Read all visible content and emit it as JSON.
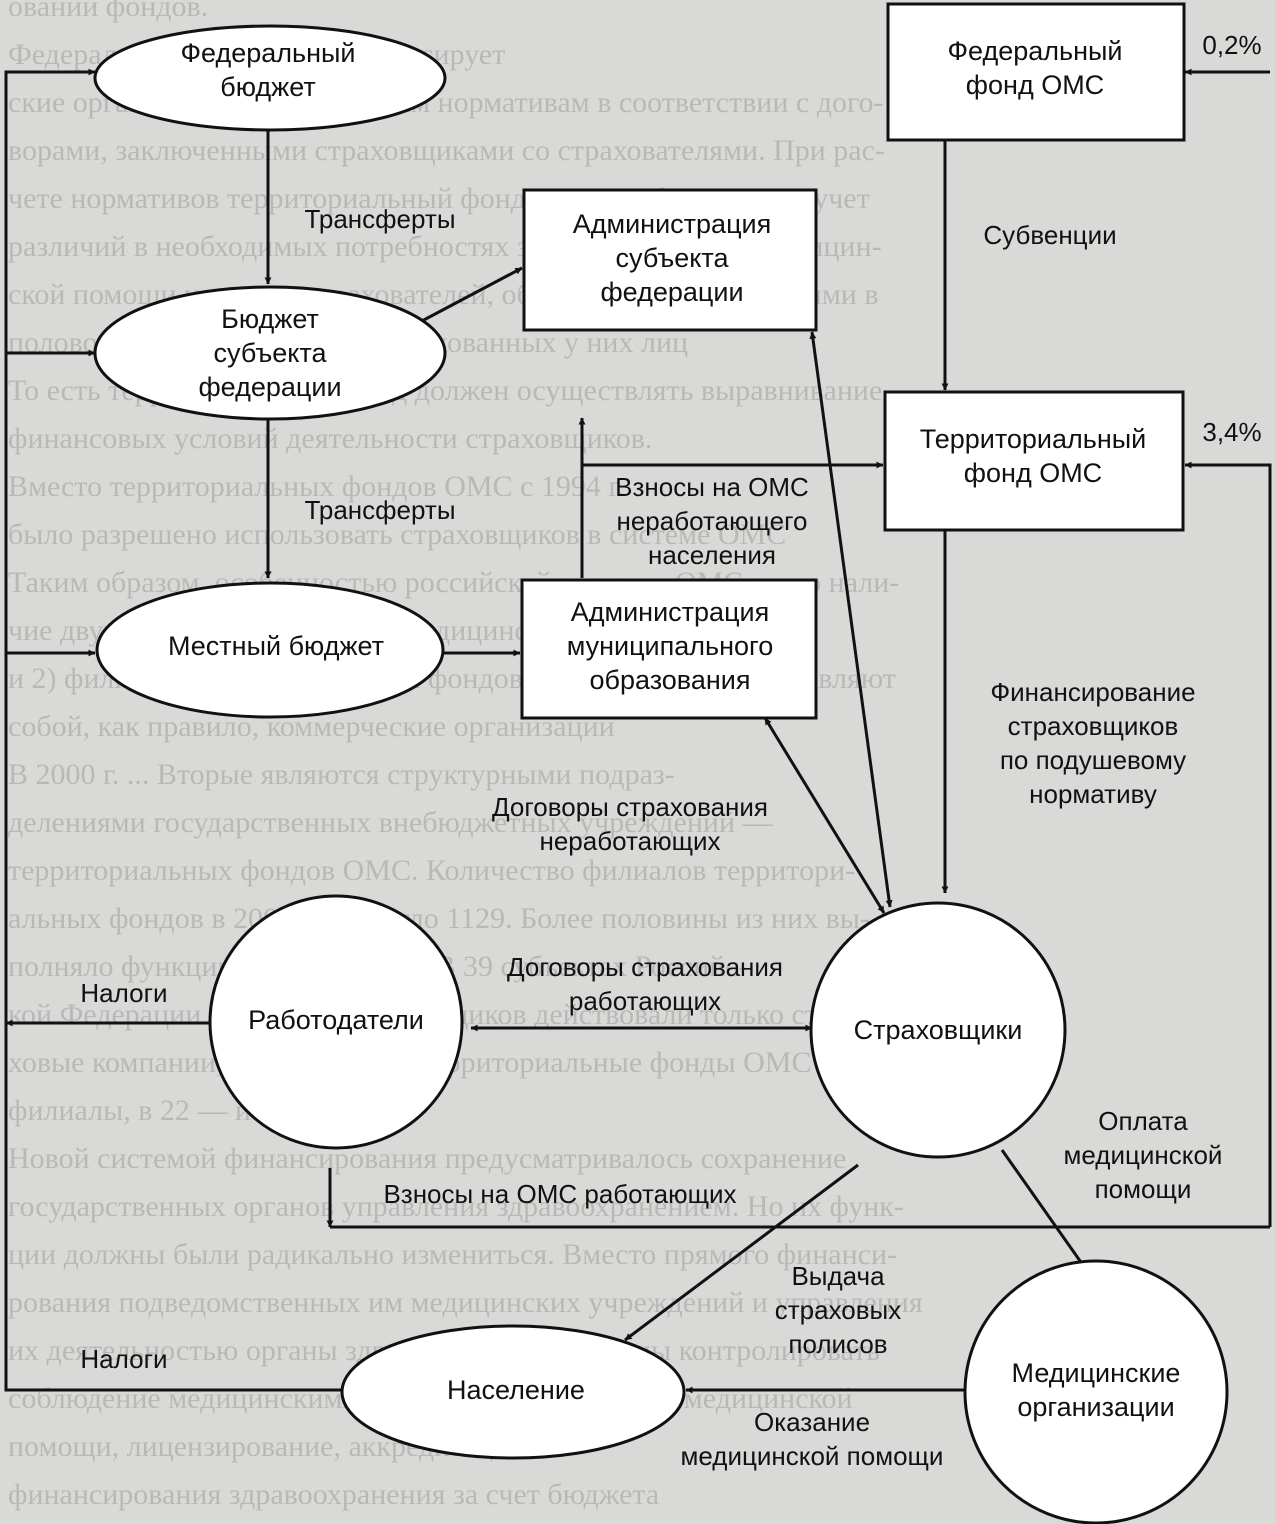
{
  "nodes": {
    "federal_budget": "Федеральный\nбюджет",
    "federal_fund": "Федеральный\nфонд ОМС",
    "subject_admin": "Администрация\nсубъекта\nфедерации",
    "subject_budget": "Бюджет\nсубъекта\nфедерации",
    "territorial_fund": "Территориальный\nфонд ОМС",
    "municipal_admin": "Администрация\nмуниципального\nобразования",
    "local_budget": "Местный бюджет",
    "employers": "Работодатели",
    "insurers": "Страховщики",
    "population": "Население",
    "medical_orgs": "Медицинские\nорганизации"
  },
  "edges": {
    "transfers_1": "Трансферты",
    "transfers_2": "Трансферты",
    "subventions": "Субвенции",
    "pct_federal": "0,2%",
    "pct_territorial": "3,4%",
    "contrib_nonworking": "Взносы на ОМС\nнеработающего\nнаселения",
    "financing_insurers": "Финансирование\nстраховщиков\nпо подушевому\nнормативу",
    "contracts_nonworking": "Договоры страхования\nнеработающих",
    "contracts_working": "Договоры страхования\nработающих",
    "taxes_employers": "Налоги",
    "contrib_working": "Взносы на ОМС работающих",
    "payment_medical": "Оплата\nмедицинской\nпомощи",
    "policies": "Выдача\nстраховых\nполисов",
    "taxes_population": "Налоги",
    "care_delivery": "Оказание\nмедицинской помощи"
  },
  "background_text": [
    "ований фондов.",
    "Федеральный фонд ОМС финансирует",
    "ские организации по подушевым нормативам в соответствии с дого-",
    "ворами, заключенными страховщиками со страхователями. При рас-",
    "чете нормативов территориальный фонд должен обеспечивать учет",
    "различий в необходимых потребностях затрат на оказание медицин-",
    "ской помощи у разных страхователей, обусловленных различиями в",
    "половозрастной структуре застрахованных у них лиц",
    "То есть территориальный фонд должен осуществлять выравнивание",
    "финансовых условий деятельности страховщиков.",
    "Вместо территориальных фондов ОМС с 1994 г.",
    "было разрешено использовать страховщиков в системе ОМС",
    "Таким образом, особенностью российской системы ОМС стало нали-",
    "чие двух типов страховщиков: медицинских организаций",
    "и 2) филиалов территориальных фондов ОМС. Первые представляют",
    "собой, как правило, коммерческие организации",
    "В 2000 г. ... Вторые являются структурными подраз-",
    "делениями государственных внебюджетных учреждений —",
    "территориальных фондов ОМС. Количество филиалов территори-",
    "альных фондов в 2000 г. достигло 1129. Более половины из них вы-",
    "полняло функции страховщиков. В 39 субъектах Российс-",
    "кой Федерации в качестве страховщиков действовали только стра-",
    "ховые компании, в 29 — только территориальные фонды ОМС и их",
    "филиалы, в 22 — и те, и другие.",
    "Новой системой финансирования предусматривалось сохранение",
    "государственных органов управления здравоохранением. Но их функ-",
    "ции должны были радикально измениться. Вместо прямого финанси-",
    "рования подведомственных им медицинских учреждений и управления",
    "их деятельностью органы здравоохранения должны контролировать",
    "соблюдение медицинскими организациями качества медицинской",
    "помощи, лицензирование, аккредитацию",
    "финансирования здравоохранения за счет бюджета"
  ]
}
